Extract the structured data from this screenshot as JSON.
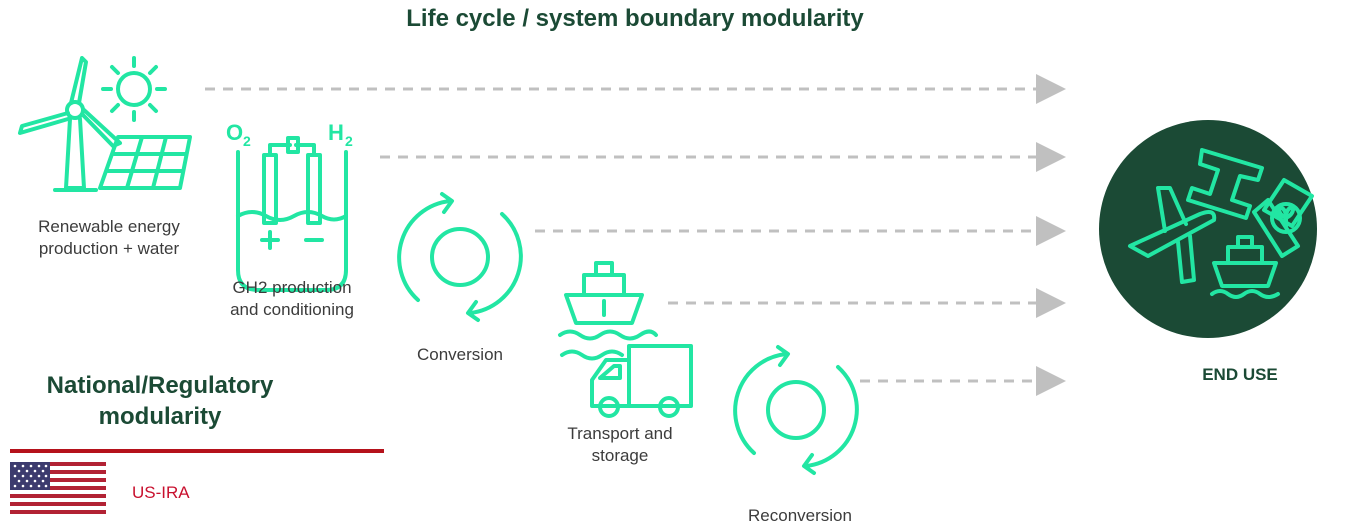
{
  "title": "Life cycle / system boundary modularity",
  "stages": [
    {
      "label_line1": "Renewable energy",
      "label_line2": "production + water"
    },
    {
      "label_line1": "GH2 production",
      "label_line2": "and conditioning"
    },
    {
      "label_line1": "Conversion",
      "label_line2": ""
    },
    {
      "label_line1": "Transport and",
      "label_line2": "storage"
    },
    {
      "label_line1": "Reconversion",
      "label_line2": ""
    }
  ],
  "end_use": {
    "label": "END USE"
  },
  "national": {
    "title_line1": "National/Regulatory",
    "title_line2": "modularity",
    "country_label": "US-IRA"
  },
  "electrolyzer": {
    "o2": "O",
    "o2_sub": "2",
    "h2": "H",
    "h2_sub": "2"
  },
  "colors": {
    "accent": "#22e6a3",
    "dark_green": "#1b4a35",
    "arrow_gray": "#c0c0c0",
    "red": "#b5121b"
  }
}
